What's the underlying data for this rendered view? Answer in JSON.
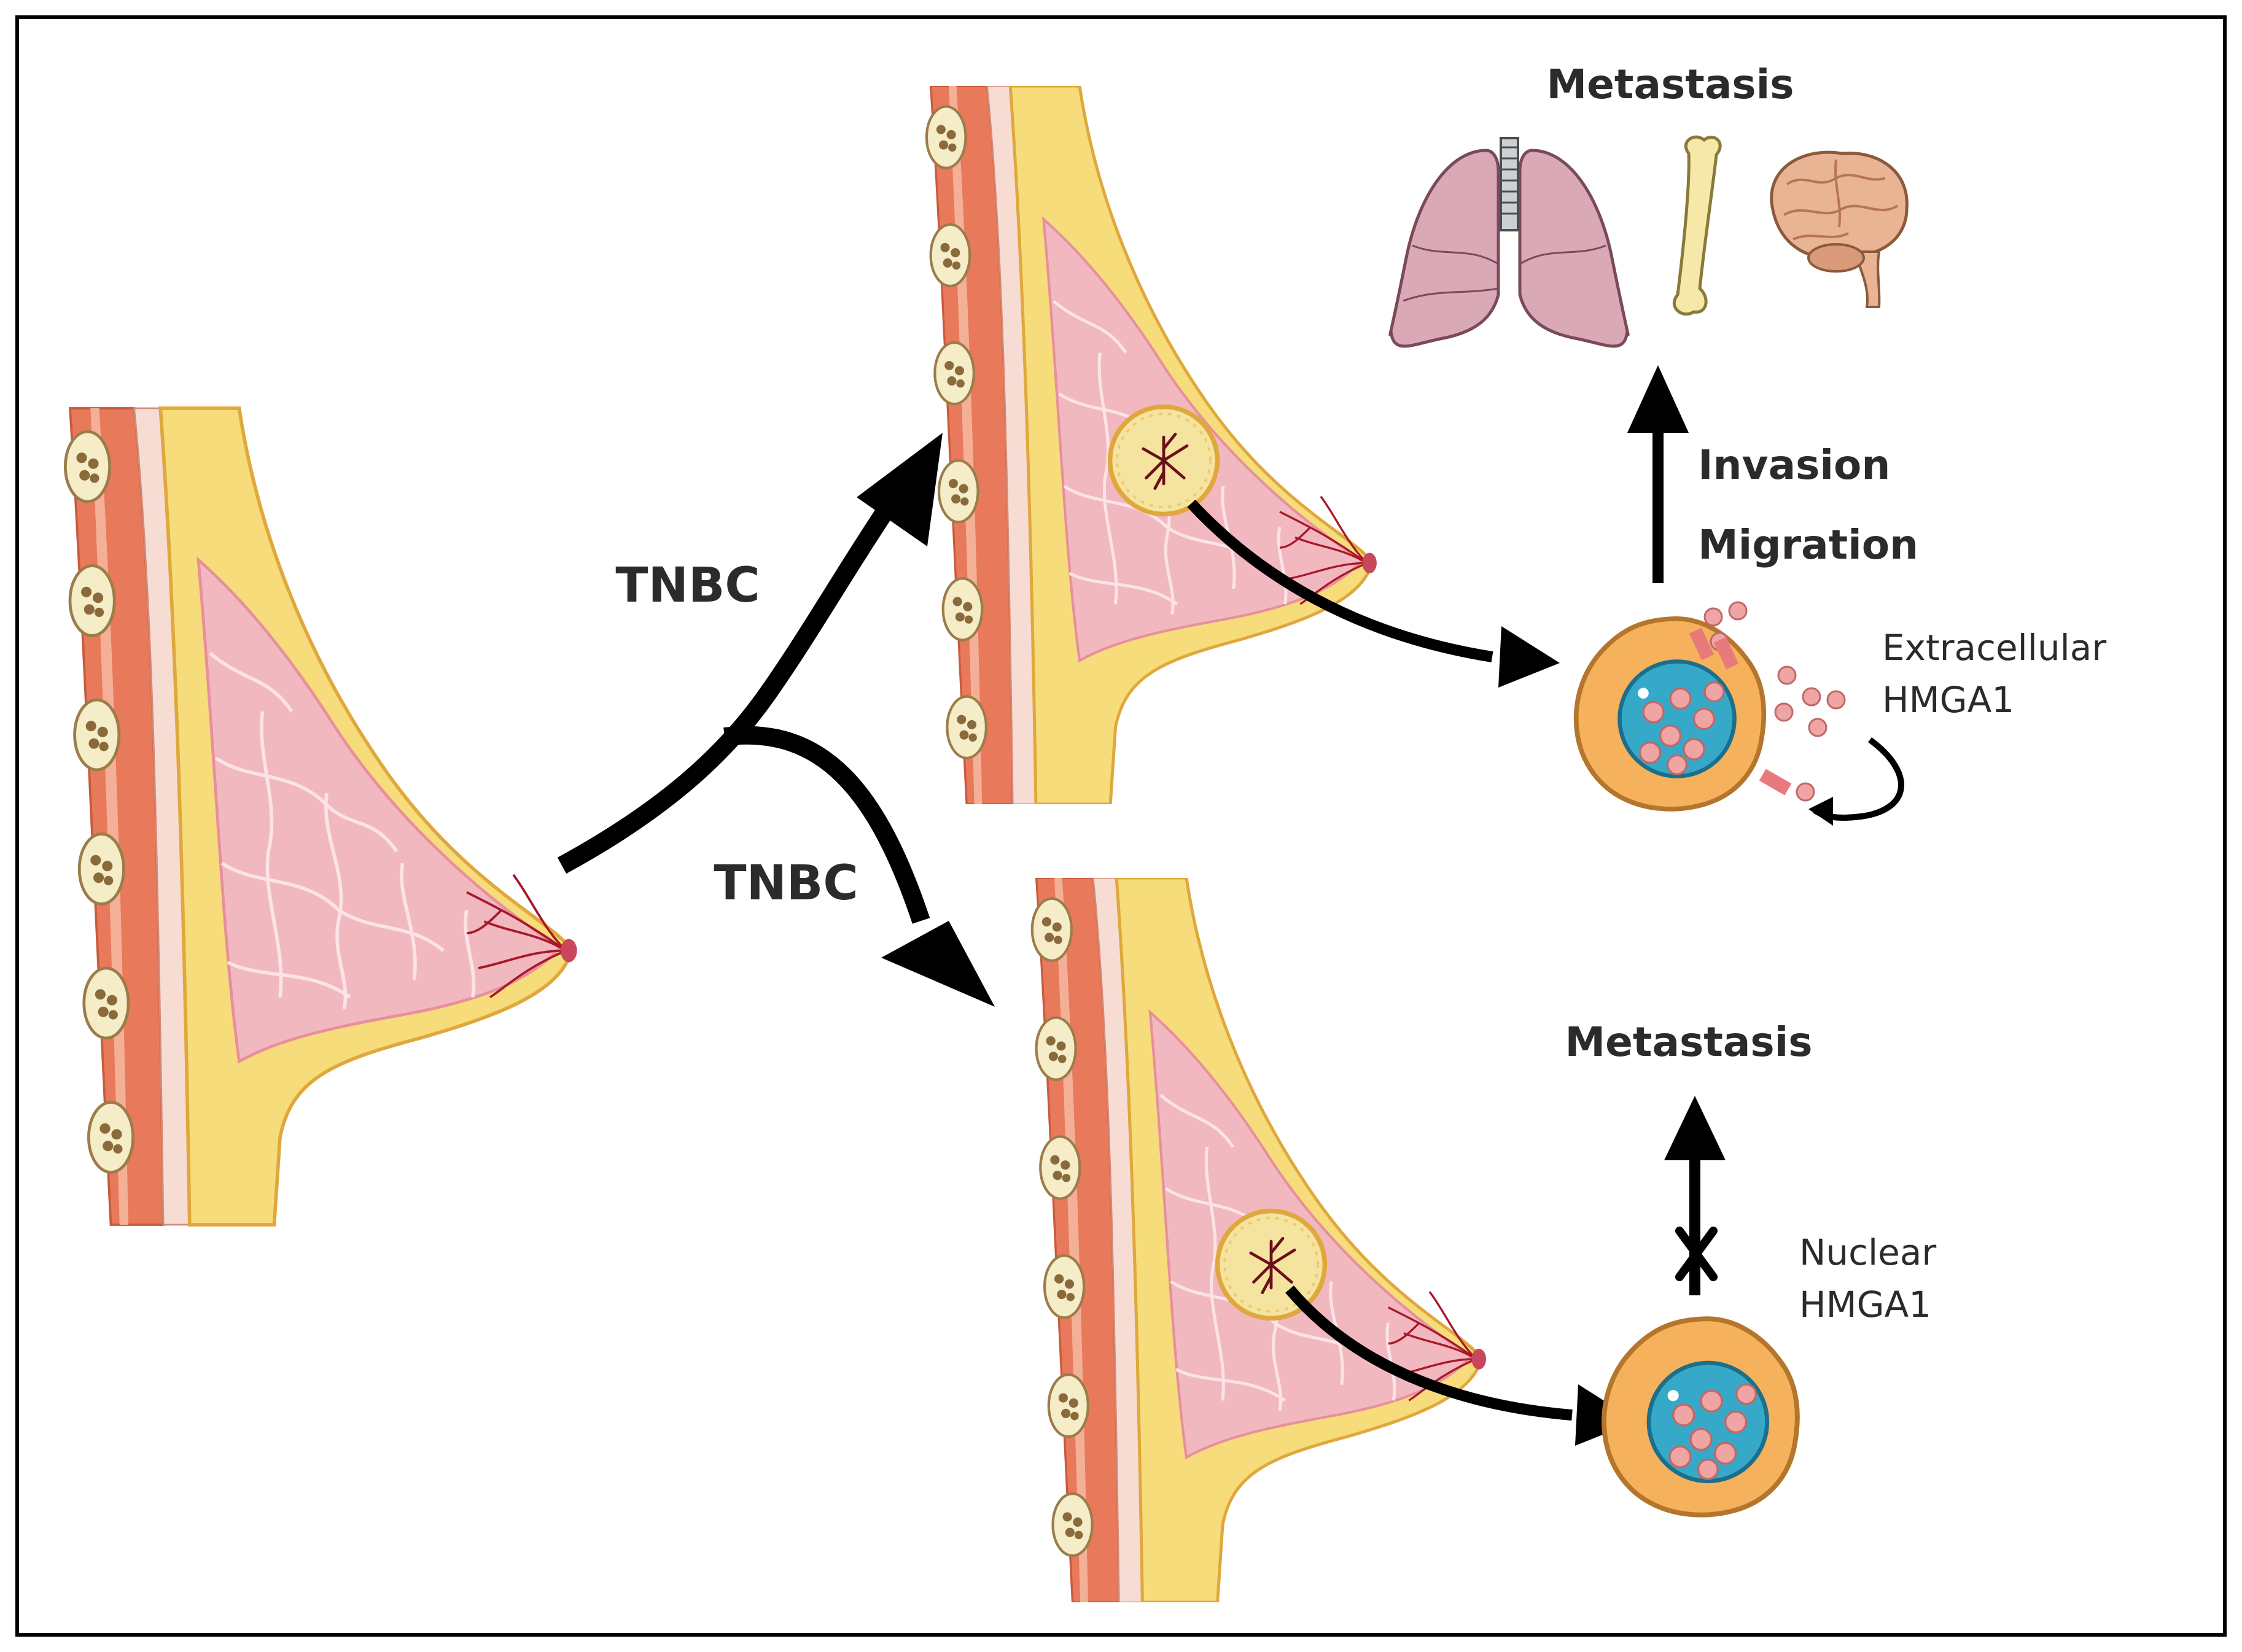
{
  "labels": {
    "tnbc_upper": "TNBC",
    "tnbc_lower": "TNBC",
    "metastasis_top": "Metastasis",
    "invasion": "Invasion",
    "migration": "Migration",
    "extracellular_line1": "Extracellular",
    "extracellular_line2": "HMGA1",
    "metastasis_bottom": "Metastasis",
    "nuclear_line1": "Nuclear",
    "nuclear_line2": "HMGA1"
  },
  "colors": {
    "muscle": "#e8795a",
    "fat": "#f6dc7a",
    "gland": "#f2b8c0",
    "gland_lines": "#fbe3e6",
    "vessel": "#a8182a",
    "tumor": "#f5e3a0",
    "cell_body": "#f5b15c",
    "nucleus": "#36a9c8",
    "hmga1_particle": "#f0a5a5",
    "lung": "#d9a9b6",
    "bone": "#f6e8a8",
    "brain": "#e9b494",
    "arrow": "#000000"
  },
  "icons": [
    "breast-tissue-icon",
    "tumor-icon",
    "cancer-cell-icon",
    "lungs-icon",
    "bone-icon",
    "brain-icon"
  ]
}
